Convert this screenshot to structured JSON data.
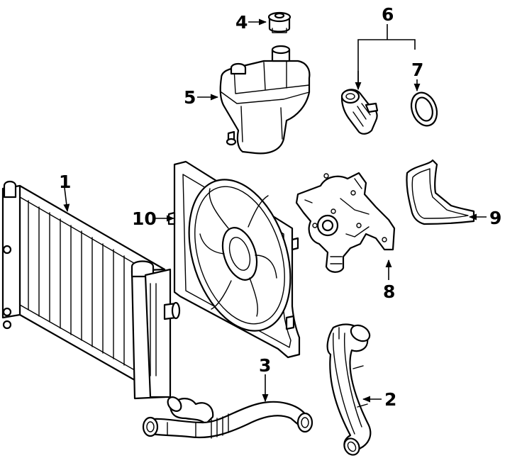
{
  "callouts": {
    "c1": "1",
    "c2": "2",
    "c3": "3",
    "c4": "4",
    "c5": "5",
    "c6": "6",
    "c7": "7",
    "c8": "8",
    "c9": "9",
    "c10": "10"
  },
  "parts": [
    {
      "number": "1",
      "icon": "radiator-icon"
    },
    {
      "number": "2",
      "icon": "lower-hose-icon"
    },
    {
      "number": "3",
      "icon": "upper-hose-icon"
    },
    {
      "number": "4",
      "icon": "reservoir-cap-icon"
    },
    {
      "number": "5",
      "icon": "coolant-reservoir-icon"
    },
    {
      "number": "6",
      "icon": "thermostat-icon"
    },
    {
      "number": "7",
      "icon": "seal-ring-icon"
    },
    {
      "number": "8",
      "icon": "water-pump-icon"
    },
    {
      "number": "9",
      "icon": "gasket-icon"
    },
    {
      "number": "10",
      "icon": "fan-assembly-icon"
    }
  ],
  "colors": {
    "ink": "#000000",
    "paper": "#ffffff"
  }
}
